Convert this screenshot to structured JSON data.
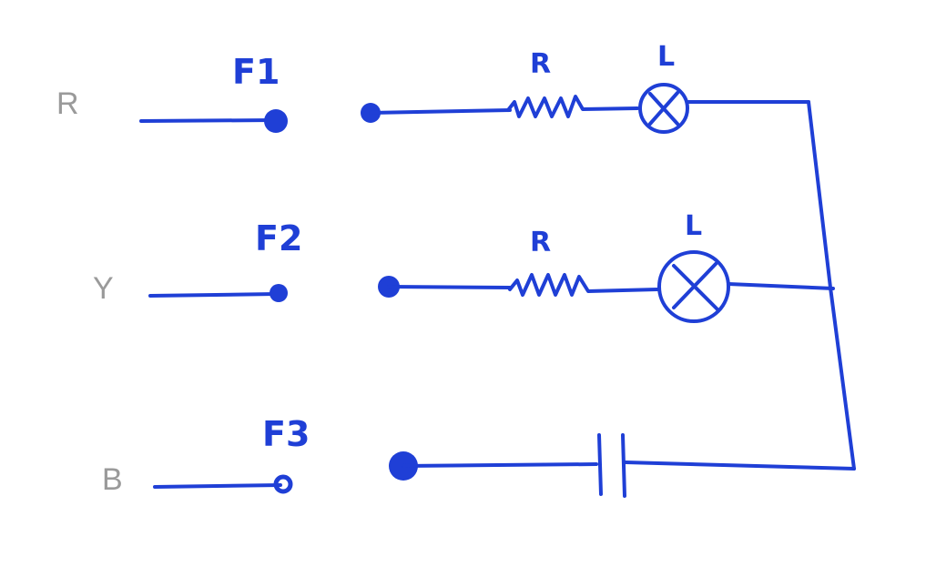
{
  "colors": {
    "ink": "#1f3fd6",
    "pencil": "#9a9a9a",
    "background": "#ffffff"
  },
  "phases": [
    {
      "label": "R",
      "fuse": "F1",
      "resistor": "R",
      "lamp": "L"
    },
    {
      "label": "Y",
      "fuse": "F2",
      "resistor": "R",
      "lamp": "L"
    },
    {
      "label": "B",
      "fuse": "F3"
    }
  ],
  "components": {
    "lamp_icon": "lamp-x-icon",
    "resistor_icon": "resistor-zigzag-icon",
    "capacitor_icon": "capacitor-icon",
    "terminal_icon": "terminal-dot-icon"
  }
}
